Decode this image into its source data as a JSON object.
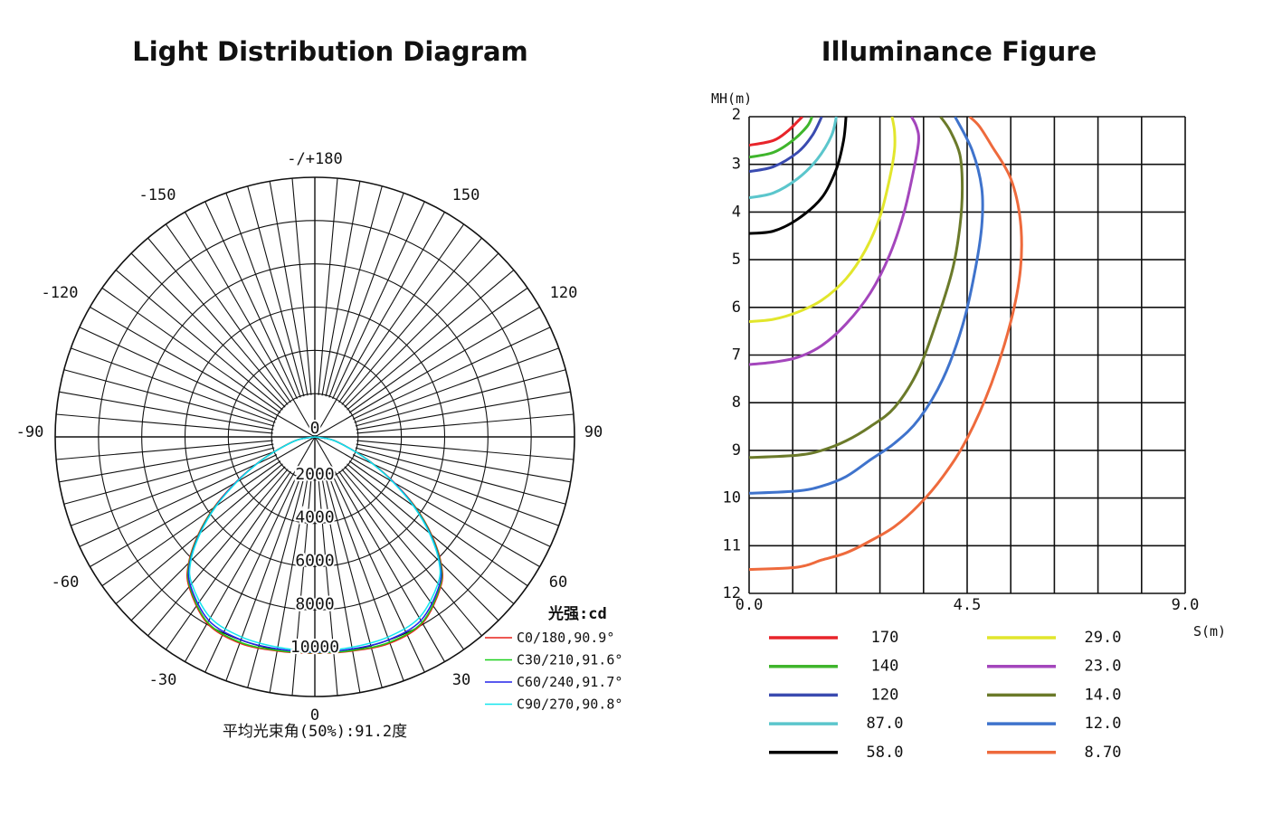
{
  "chart_data": [
    {
      "type": "polar",
      "title": "Light Distribution Diagram",
      "angle_labels": [
        {
          "angle": 180,
          "text": "-/+180"
        },
        {
          "angle": -150,
          "text": "-150"
        },
        {
          "angle": 150,
          "text": "150"
        },
        {
          "angle": -120,
          "text": "-120"
        },
        {
          "angle": 120,
          "text": "120"
        },
        {
          "angle": -90,
          "text": "-90"
        },
        {
          "angle": 90,
          "text": "90"
        },
        {
          "angle": -60,
          "text": "-60"
        },
        {
          "angle": 60,
          "text": "60"
        },
        {
          "angle": -30,
          "text": "-30"
        },
        {
          "angle": 30,
          "text": "30"
        },
        {
          "angle": 0,
          "text": "0"
        }
      ],
      "radial_labels": [
        "0",
        "2000",
        "4000",
        "6000",
        "8000",
        "10000"
      ],
      "radial_max": 12000,
      "unit_label": "光强:cd",
      "series": [
        {
          "name": "C0/180,90.9°",
          "color": "#e8201a",
          "angles": [
            0,
            10,
            20,
            30,
            40,
            45,
            50,
            55,
            60,
            65,
            70,
            80,
            90
          ],
          "values": [
            10000,
            10050,
            10150,
            9950,
            9050,
            8250,
            7050,
            5700,
            4250,
            3000,
            2000,
            850,
            0
          ]
        },
        {
          "name": "C30/210,91.6°",
          "color": "#1bd01b",
          "angles": [
            0,
            10,
            20,
            30,
            40,
            45,
            50,
            55,
            60,
            65,
            70,
            80,
            90
          ],
          "values": [
            9980,
            10020,
            10100,
            9900,
            9000,
            8200,
            7000,
            5650,
            4200,
            2980,
            1980,
            840,
            0
          ]
        },
        {
          "name": "C60/240,91.7°",
          "color": "#2424e8",
          "angles": [
            0,
            10,
            20,
            30,
            40,
            45,
            50,
            55,
            60,
            65,
            70,
            80,
            90
          ],
          "values": [
            9950,
            9950,
            9980,
            9800,
            8950,
            8150,
            6950,
            5600,
            4200,
            2960,
            1970,
            830,
            0
          ]
        },
        {
          "name": "C90/270,90.8°",
          "color": "#14e6ee",
          "angles": [
            0,
            10,
            20,
            30,
            40,
            45,
            50,
            55,
            60,
            65,
            70,
            80,
            90
          ],
          "values": [
            9900,
            9870,
            9850,
            9650,
            8850,
            8100,
            6900,
            5550,
            4150,
            2940,
            1960,
            820,
            0
          ]
        }
      ],
      "footer": "平均光束角(50%):91.2度"
    },
    {
      "type": "line",
      "title": "Illuminance Figure",
      "ylabel": "MH(m)",
      "xlabel": "S(m)",
      "y_ticks": [
        "2",
        "3",
        "4",
        "5",
        "6",
        "7",
        "8",
        "9",
        "10",
        "11",
        "12"
      ],
      "x_ticks": [
        "0.0",
        "4.5",
        "9.0"
      ],
      "xlim": [
        0,
        9
      ],
      "ylim": [
        2,
        12
      ],
      "series": [
        {
          "name": "170",
          "color": "#e8242a",
          "points": [
            [
              0,
              2.6
            ],
            [
              0.5,
              2.5
            ],
            [
              0.8,
              2.3
            ],
            [
              1.0,
              2.1
            ],
            [
              1.1,
              2.0
            ]
          ]
        },
        {
          "name": "140",
          "color": "#3fb52c",
          "points": [
            [
              0,
              2.85
            ],
            [
              0.5,
              2.75
            ],
            [
              0.9,
              2.5
            ],
            [
              1.2,
              2.2
            ],
            [
              1.3,
              2.0
            ]
          ]
        },
        {
          "name": "120",
          "color": "#3a4bb0",
          "points": [
            [
              0,
              3.15
            ],
            [
              0.5,
              3.05
            ],
            [
              1.0,
              2.75
            ],
            [
              1.3,
              2.4
            ],
            [
              1.5,
              2.0
            ]
          ]
        },
        {
          "name": "87.0",
          "color": "#5bc6cc",
          "points": [
            [
              0,
              3.7
            ],
            [
              0.5,
              3.6
            ],
            [
              1.0,
              3.3
            ],
            [
              1.4,
              2.9
            ],
            [
              1.7,
              2.4
            ],
            [
              1.8,
              2.0
            ]
          ]
        },
        {
          "name": "58.0",
          "color": "#000000",
          "points": [
            [
              0,
              4.45
            ],
            [
              0.5,
              4.4
            ],
            [
              1.0,
              4.15
            ],
            [
              1.5,
              3.7
            ],
            [
              1.8,
              3.1
            ],
            [
              1.95,
              2.5
            ],
            [
              2.0,
              2.0
            ]
          ]
        },
        {
          "name": "29.0",
          "color": "#e2e62c",
          "points": [
            [
              0,
              6.3
            ],
            [
              0.5,
              6.25
            ],
            [
              1.0,
              6.1
            ],
            [
              1.5,
              5.85
            ],
            [
              2.0,
              5.4
            ],
            [
              2.4,
              4.8
            ],
            [
              2.7,
              4.1
            ],
            [
              2.9,
              3.3
            ],
            [
              3.0,
              2.7
            ],
            [
              3.0,
              2.3
            ],
            [
              2.95,
              2.0
            ]
          ]
        },
        {
          "name": "23.0",
          "color": "#a446bc",
          "points": [
            [
              0,
              7.2
            ],
            [
              0.5,
              7.15
            ],
            [
              1.0,
              7.05
            ],
            [
              1.5,
              6.8
            ],
            [
              2.0,
              6.35
            ],
            [
              2.5,
              5.7
            ],
            [
              2.9,
              4.9
            ],
            [
              3.2,
              4.0
            ],
            [
              3.4,
              3.1
            ],
            [
              3.5,
              2.5
            ],
            [
              3.45,
              2.2
            ],
            [
              3.35,
              2.0
            ]
          ]
        },
        {
          "name": "14.0",
          "color": "#6b7a2a",
          "points": [
            [
              0,
              9.15
            ],
            [
              1.0,
              9.1
            ],
            [
              1.5,
              9.0
            ],
            [
              2.0,
              8.8
            ],
            [
              2.5,
              8.5
            ],
            [
              3.0,
              8.1
            ],
            [
              3.5,
              7.3
            ],
            [
              3.9,
              6.2
            ],
            [
              4.2,
              5.2
            ],
            [
              4.35,
              4.3
            ],
            [
              4.4,
              3.5
            ],
            [
              4.35,
              2.8
            ],
            [
              4.15,
              2.3
            ],
            [
              3.95,
              2.0
            ]
          ]
        },
        {
          "name": "12.0",
          "color": "#3f73cc",
          "points": [
            [
              0,
              9.9
            ],
            [
              1.0,
              9.85
            ],
            [
              1.5,
              9.75
            ],
            [
              2.0,
              9.55
            ],
            [
              2.5,
              9.2
            ],
            [
              3.0,
              8.85
            ],
            [
              3.5,
              8.35
            ],
            [
              4.0,
              7.5
            ],
            [
              4.4,
              6.4
            ],
            [
              4.65,
              5.3
            ],
            [
              4.8,
              4.3
            ],
            [
              4.8,
              3.5
            ],
            [
              4.6,
              2.7
            ],
            [
              4.25,
              2.0
            ]
          ]
        },
        {
          "name": "8.70",
          "color": "#ee6a3c",
          "points": [
            [
              0,
              11.5
            ],
            [
              1.0,
              11.45
            ],
            [
              1.5,
              11.3
            ],
            [
              2.0,
              11.15
            ],
            [
              2.5,
              10.9
            ],
            [
              3.0,
              10.6
            ],
            [
              3.5,
              10.15
            ],
            [
              4.0,
              9.55
            ],
            [
              4.5,
              8.75
            ],
            [
              5.0,
              7.6
            ],
            [
              5.4,
              6.3
            ],
            [
              5.6,
              5.2
            ],
            [
              5.6,
              4.2
            ],
            [
              5.4,
              3.3
            ],
            [
              5.0,
              2.6
            ],
            [
              4.75,
              2.2
            ],
            [
              4.55,
              2.0
            ]
          ]
        }
      ]
    }
  ]
}
